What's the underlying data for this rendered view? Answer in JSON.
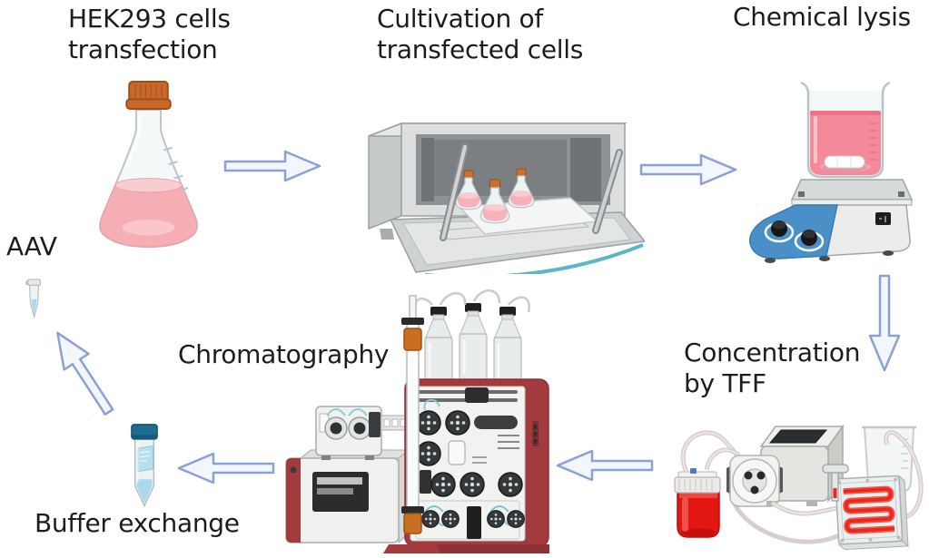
{
  "labels": {
    "transfection": "HEK293 cells\ntransfection",
    "cultivation": "Cultivation of\ntransfected cells",
    "chemical_lysis": "Chemical lysis",
    "concentration": "Concentration\nby TFF",
    "chromatography": "Chromatography",
    "buffer_exchange": "Buffer exchange",
    "aav": "AAV"
  },
  "flow": [
    {
      "from": "HEK293 cells transfection",
      "to": "Cultivation of transfected cells",
      "direction": "right"
    },
    {
      "from": "Cultivation of transfected cells",
      "to": "Chemical lysis",
      "direction": "right"
    },
    {
      "from": "Chemical lysis",
      "to": "Concentration by TFF",
      "direction": "down"
    },
    {
      "from": "Concentration by TFF",
      "to": "Chromatography",
      "direction": "left"
    },
    {
      "from": "Chromatography",
      "to": "Buffer exchange",
      "direction": "left"
    },
    {
      "from": "Buffer exchange",
      "to": "AAV",
      "direction": "up-left"
    }
  ],
  "icons": [
    {
      "name": "erlenmeyer-flask-icon",
      "step": "HEK293 cells transfection"
    },
    {
      "name": "incubator-icon",
      "step": "Cultivation of transfected cells"
    },
    {
      "name": "beaker-on-magnetic-stirrer-icon",
      "step": "Chemical lysis"
    },
    {
      "name": "tff-peristaltic-pump-icon",
      "step": "Concentration by TFF"
    },
    {
      "name": "fplc-chromatography-system-icon",
      "step": "Chromatography"
    },
    {
      "name": "conical-tube-icon",
      "step": "Buffer exchange"
    },
    {
      "name": "microcentrifuge-tube-icon",
      "step": "AAV"
    }
  ],
  "palette": {
    "text": "#1c1c1c",
    "arrow_stroke": "#8aa0d6",
    "arrow_fill": "#f2f6fd",
    "cap_orange": "#c8682a",
    "media_pink": "#f5aeb4",
    "lysate_pink": "#f4899a",
    "stirrer_blue": "#4a90c8",
    "incubator_teal": "#3fa8c0",
    "tff_red": "#e21712",
    "fplc_maroon": "#a23a3e",
    "tube_cap_teal": "#1d6d8f",
    "aav_liquid_blue": "#a9d9ec"
  }
}
